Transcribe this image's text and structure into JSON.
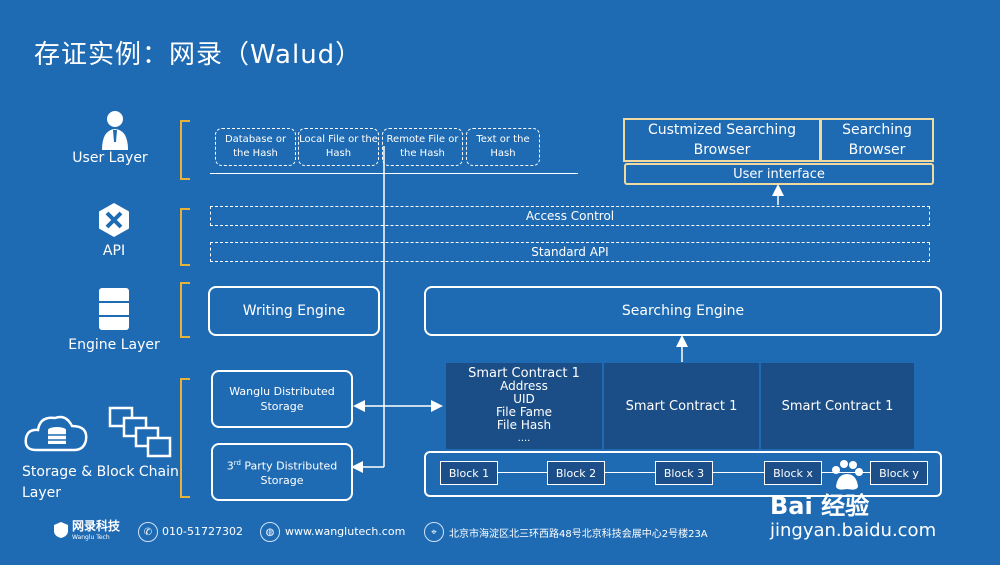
{
  "title": "存证实例：网录（Walud）",
  "layers": {
    "user": "User Layer",
    "api": "API",
    "engine": "Engine Layer",
    "storage": "Storage & Block Chain Layer"
  },
  "user_sources": [
    "Database or the Hash",
    "Local File or the Hash",
    "Remote File or the Hash",
    "Text or the Hash"
  ],
  "browsers": {
    "customized": "Custmized Searching Browser",
    "searching": "Searching Browser",
    "user_interface": "User interface"
  },
  "api_bars": {
    "access_control": "Access Control",
    "standard_api": "Standard API"
  },
  "engines": {
    "writing": "Writing Engine",
    "searching": "Searching Engine"
  },
  "storage": {
    "wanglu": "Wanglu Distributed Storage",
    "third_party_sup": "rd",
    "third_party_pre": "3",
    "third_party_text": " Party Distributed Storage"
  },
  "smart_contracts": {
    "first_title": "Smart Contract 1",
    "first_fields": [
      "Address",
      "UID",
      "File Fame",
      "File Hash",
      "...."
    ],
    "second": "Smart Contract 1",
    "third": "Smart Contract 1"
  },
  "blocks": [
    "Block 1",
    "Block 2",
    "Block 3",
    "Block x",
    "Block y"
  ],
  "footer": {
    "brand": "网录科技",
    "brand_sub": "Wanglu Tech",
    "phone": "010-51727302",
    "website": "www.wanglutech.com",
    "address": "北京市海淀区北三环西路48号北京科技会展中心2号楼23A"
  },
  "watermark": {
    "logo": "Bai 经验",
    "url": "jingyan.baidu.com"
  }
}
